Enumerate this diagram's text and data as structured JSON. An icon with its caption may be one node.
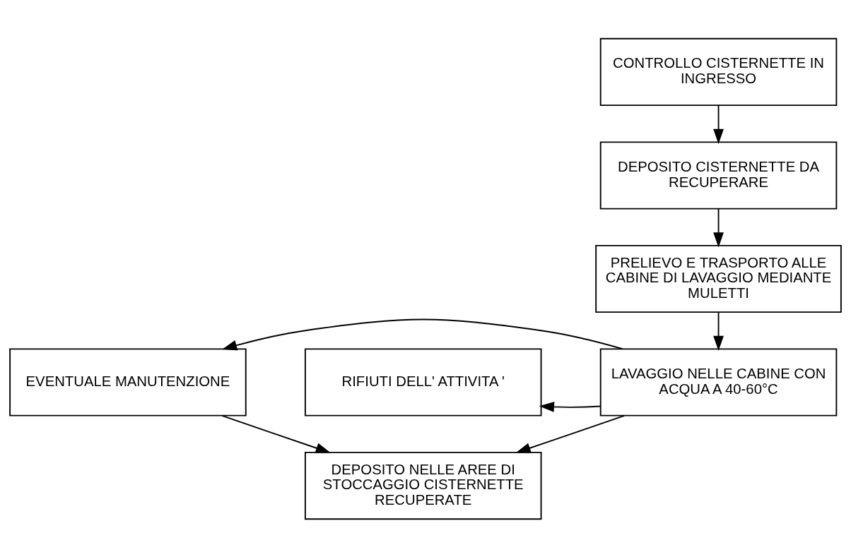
{
  "diagram": {
    "nodes": [
      {
        "text": [
          "CONTROLLO CISTERNETTE IN INGRESSO"
        ]
      },
      {
        "text": [
          "DEPOSITO CISTERNETTE DA RECUPERARE"
        ]
      },
      {
        "text": [
          "PRELIEVO E TRASPORTO ALLE CABINE DI LAVAGGIO MEDIANTE MULETTI"
        ]
      },
      {
        "text": [
          "RIFIUTI DELL' ATTIVITA '"
        ]
      },
      {
        "text": [
          "LAVAGGIO NELLE CABINE CON ACQUA A 40-60°C"
        ]
      },
      {
        "text": [
          "EVENTUALE MANUTENZIONE"
        ]
      },
      {
        "text": [
          "DEPOSITO NELLE AREE DI STOCCAGGIO CISTERNETTE RECUPERATE"
        ]
      }
    ],
    "edges": [
      {
        "from": 0,
        "to": 1,
        "arrow": "to"
      },
      {
        "from": 1,
        "to": 2,
        "arrow": "to"
      },
      {
        "from": 2,
        "to": 4,
        "arrow": "to"
      },
      {
        "from": 4,
        "to": 3,
        "arrow": "to"
      },
      {
        "from": 4,
        "to": 5,
        "arrow": "to"
      },
      {
        "from": 4,
        "to": 6,
        "arrow": "to"
      },
      {
        "from": 5,
        "to": 6,
        "arrow": "to"
      }
    ]
  }
}
